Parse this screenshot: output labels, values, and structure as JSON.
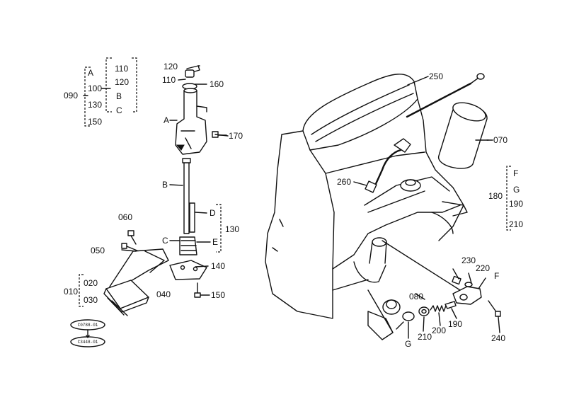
{
  "labels": {
    "l090": "090",
    "lA": "A",
    "l100": "100",
    "l130a": "130",
    "l150a": "150",
    "l110a": "110",
    "l120a": "120",
    "lB1": "B",
    "lC1": "C",
    "l120": "120",
    "l110": "110",
    "l160": "160",
    "lA2": "A",
    "l170": "170",
    "lB2": "B",
    "lD": "D",
    "l130": "130",
    "lC2": "C",
    "lE": "E",
    "l060": "060",
    "l050": "050",
    "l140": "140",
    "l040": "040",
    "l150": "150",
    "l010": "010",
    "l020": "020",
    "l030": "030",
    "l250": "250",
    "l070": "070",
    "l260": "260",
    "l180": "180",
    "lF1": "F",
    "lG1": "G",
    "l190": "190",
    "l210": "210",
    "l230": "230",
    "l220": "220",
    "lF2": "F",
    "l080": "080",
    "lG2": "G",
    "l2102": "210",
    "l200": "200",
    "l1902": "190",
    "l240": "240"
  },
  "codes": {
    "code1": "C0788-01",
    "code2": "C3448-01"
  }
}
